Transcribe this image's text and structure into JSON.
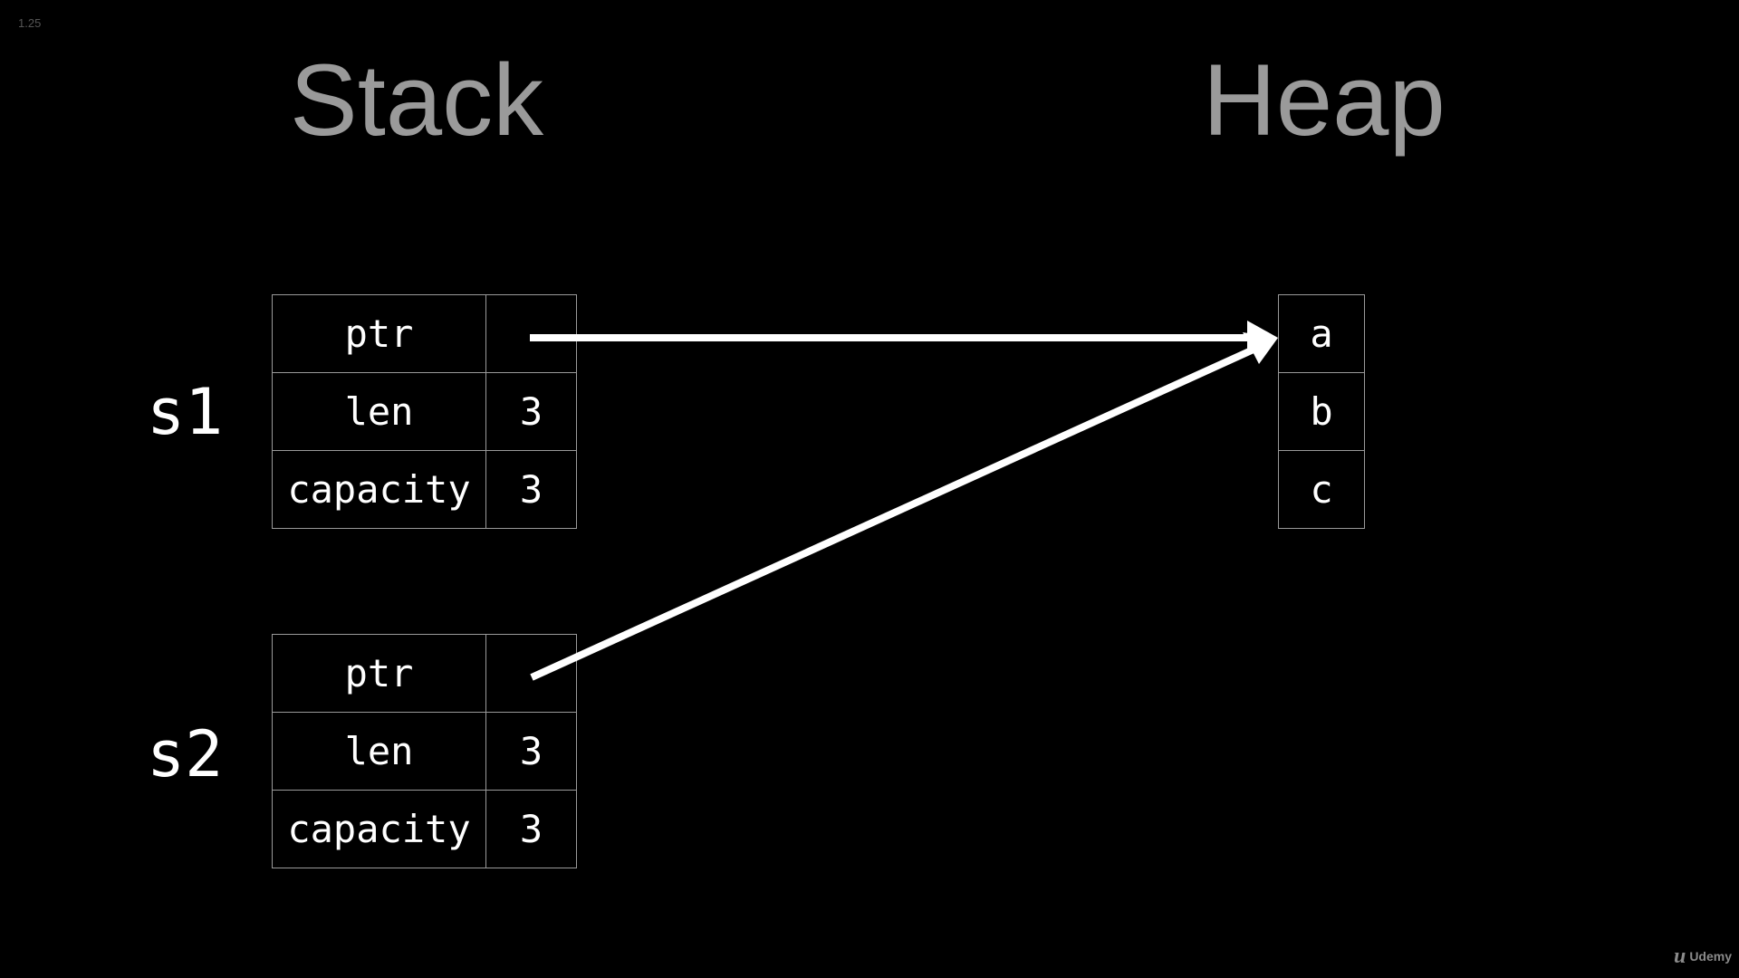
{
  "slide_number": "1.25",
  "headings": {
    "stack": "Stack",
    "heap": "Heap"
  },
  "variables": [
    {
      "name": "s1",
      "fields": [
        {
          "field": "ptr",
          "value": ""
        },
        {
          "field": "len",
          "value": "3"
        },
        {
          "field": "capacity",
          "value": "3"
        }
      ]
    },
    {
      "name": "s2",
      "fields": [
        {
          "field": "ptr",
          "value": ""
        },
        {
          "field": "len",
          "value": "3"
        },
        {
          "field": "capacity",
          "value": "3"
        }
      ]
    }
  ],
  "heap": [
    "a",
    "b",
    "c"
  ],
  "arrows": [
    {
      "from": "s1.ptr",
      "to": "heap.0"
    },
    {
      "from": "s2.ptr",
      "to": "heap.0"
    }
  ],
  "logo": {
    "icon": "udemy-logo-icon",
    "text": "Udemy"
  }
}
